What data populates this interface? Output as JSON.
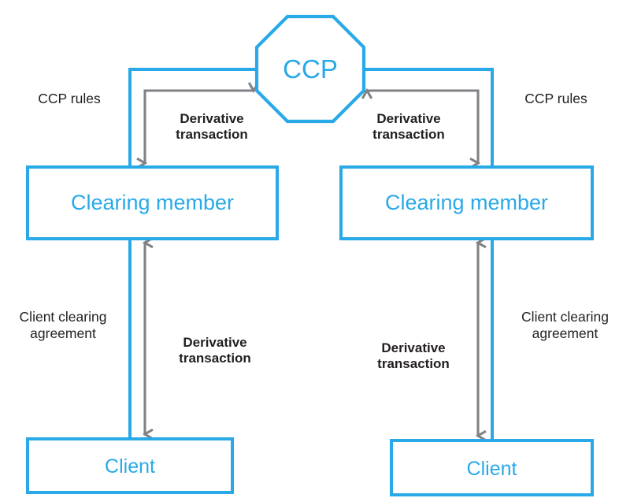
{
  "diagram": {
    "title": "Central counterparty (CCP) client clearing structure",
    "type": "flow-diagram",
    "background_color": "#ffffff",
    "colors": {
      "node_blue": "#29a9e8",
      "node_border_blue": "#29a9e8",
      "connector_blue": "#29a9e8",
      "connector_gray": "#808285",
      "label_black": "#231f20",
      "node_fill": "#ffffff"
    }
  },
  "nodes": {
    "ccp": {
      "label": "CCP",
      "shape": "octagon",
      "text_color": "#29a9e8",
      "border_color": "#29a9e8"
    },
    "clearing_member_left": {
      "label": "Clearing member",
      "shape": "rectangle",
      "text_color": "#29a9e8",
      "border_color": "#29a9e8"
    },
    "clearing_member_right": {
      "label": "Clearing member",
      "shape": "rectangle",
      "text_color": "#29a9e8",
      "border_color": "#29a9e8"
    },
    "client_left": {
      "label": "Client",
      "shape": "rectangle",
      "text_color": "#29a9e8",
      "border_color": "#29a9e8"
    },
    "client_right": {
      "label": "Client",
      "shape": "rectangle",
      "text_color": "#29a9e8",
      "border_color": "#29a9e8"
    }
  },
  "edge_labels": {
    "ccp_rules_left": {
      "text": "CCP rules",
      "style": "plain",
      "connector_color": "#29a9e8"
    },
    "ccp_rules_right": {
      "text": "CCP rules",
      "style": "plain",
      "connector_color": "#29a9e8"
    },
    "derivative_transaction_top_left": {
      "text": "Derivative\ntransaction",
      "style": "bold",
      "connector_color": "#808285"
    },
    "derivative_transaction_top_right": {
      "text": "Derivative\ntransaction",
      "style": "bold",
      "connector_color": "#808285"
    },
    "client_clearing_agreement_left": {
      "text": "Client clearing\nagreement",
      "style": "plain",
      "connector_color": "#29a9e8"
    },
    "client_clearing_agreement_right": {
      "text": "Client clearing\nagreement",
      "style": "plain",
      "connector_color": "#29a9e8"
    },
    "derivative_transaction_bottom_left": {
      "text": "Derivative\ntransaction",
      "style": "bold",
      "connector_color": "#808285"
    },
    "derivative_transaction_bottom_right": {
      "text": "Derivative\ntransaction",
      "style": "bold",
      "connector_color": "#808285"
    }
  }
}
